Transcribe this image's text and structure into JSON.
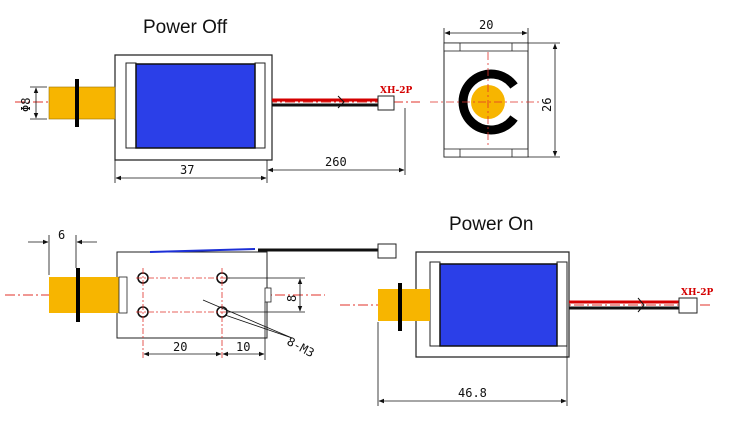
{
  "titles": {
    "power_off": "Power Off",
    "power_on": "Power On"
  },
  "dimensions": {
    "plunger_dia": "Φ8",
    "body_length_off": "37",
    "lead_length": "260",
    "end_width": "20",
    "end_height": "26",
    "stroke": "6",
    "hole_spacing_x": "20",
    "hole_offset_x": "10",
    "hole_spacing_y": "8",
    "mount_thread": "8-M3",
    "body_length_on": "46.8"
  },
  "connector_label": "XH-2P",
  "colors": {
    "coil": "#2b3fe8",
    "plunger": "#f7b500",
    "centerline": "#e0302a",
    "wire_red": "#d40000",
    "wire_black": "#111111",
    "wire_blue": "#1c2fd6",
    "connector_text": "#d40000"
  }
}
